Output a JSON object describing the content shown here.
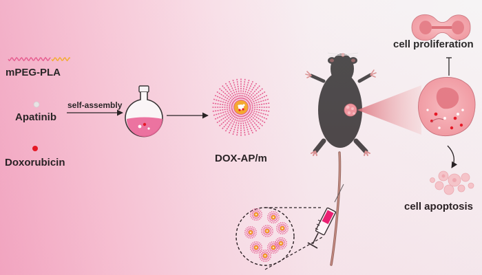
{
  "labels": {
    "polymer": "mPEG-PLA",
    "drug1": "Apatinib",
    "drug2": "Doxorubicin",
    "process": "self-assembly",
    "product": "DOX-AP/m",
    "proliferation": "cell proliferation",
    "apoptosis": "cell apoptosis"
  },
  "colors": {
    "polymer_pink": "#e34f86",
    "polymer_orange": "#f3a51d",
    "apatinib": "#e6e6e6",
    "doxorubicin": "#e30613",
    "mouse": "#3b3b3b",
    "cell": "#f3a3a8"
  },
  "icons": [
    "flask-icon",
    "micelle-icon",
    "mouse-icon",
    "syringe-icon",
    "tumor-icon",
    "cell-icon",
    "inhibit-icon"
  ]
}
